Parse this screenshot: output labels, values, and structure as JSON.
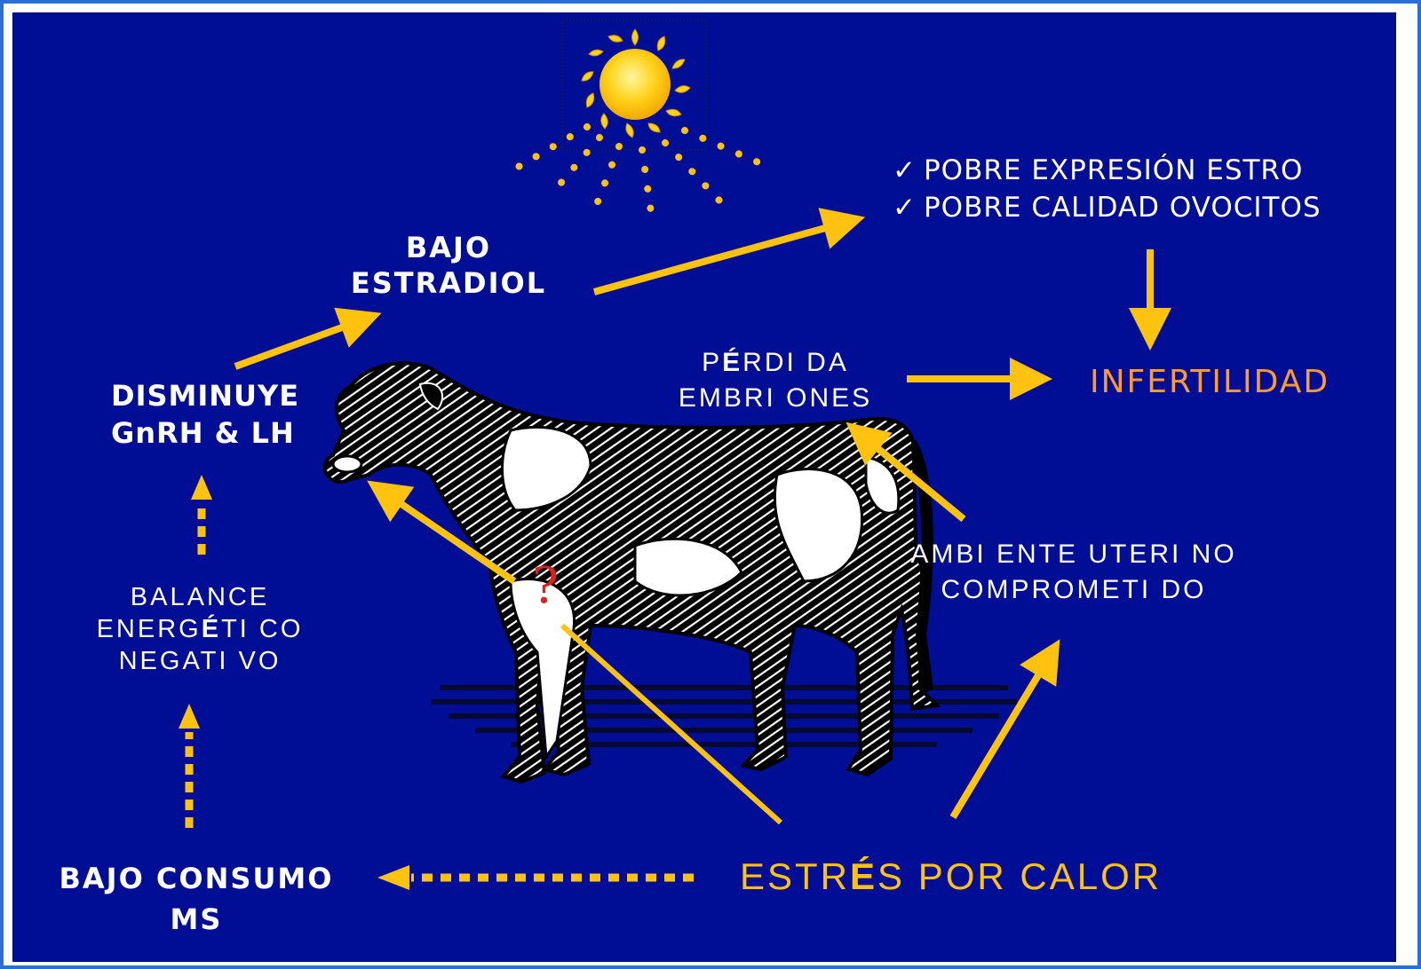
{
  "nodes": {
    "bajo_estradiol": [
      "BAJO",
      "ESTRADIOL"
    ],
    "disminuye": [
      "DISMINUYE",
      "GnRH &  LH"
    ],
    "balance": {
      "line1": "BALANCE",
      "line2_pre": "ENERG",
      "line2_accent": "É",
      "line2_post": "TI CO",
      "line3": "NEGATI VO"
    },
    "bajo_consumo": [
      "BAJO CONSUMO",
      "MS"
    ],
    "estres": {
      "pre": "ESTR",
      "accent": "É",
      "post": "S POR CALOR"
    },
    "perdida": {
      "line1_pre": "P",
      "line1_accent": "É",
      "line1_post": "RDI DA",
      "line2": "EMBRI ONES"
    },
    "ambiente": [
      "AMBI ENTE UTERI NO",
      "COMPROMETI DO"
    ],
    "infertilidad": "INFERTILIDAD",
    "checklist": [
      {
        "mark": "✓",
        "text": "POBRE EXPRESIÓN ESTRO"
      },
      {
        "mark": "✓",
        "text": "POBRE CALIDAD OVOCITOS"
      }
    ],
    "question_mark": "?"
  },
  "colors": {
    "background": "#000e96",
    "arrow": "#ffc20e",
    "text": "#ffffff",
    "infertilidad": "#ff9a2e",
    "sun": "#ffd21a",
    "question": "#e0201a"
  },
  "icons": [
    "sun-icon",
    "cow-illustration"
  ]
}
